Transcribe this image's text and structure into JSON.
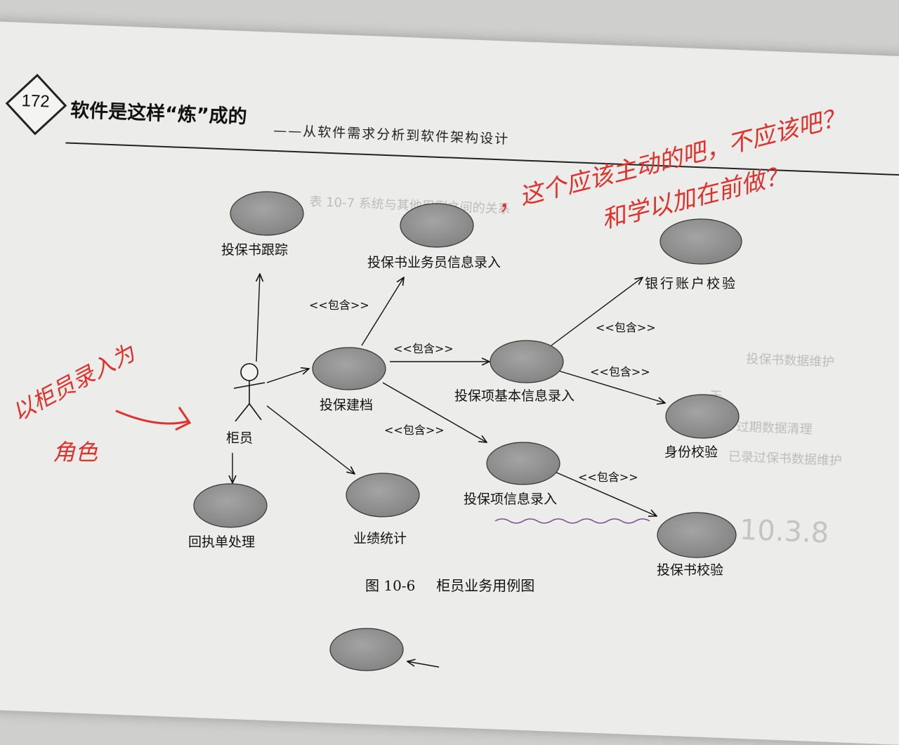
{
  "header": {
    "page_number": "172",
    "book_title": "软件是这样“炼”成的",
    "book_subtitle": "——从软件需求分析到软件架构设计"
  },
  "diagram": {
    "actor": {
      "label": "柜员"
    },
    "use_cases": {
      "track": "投保书跟踪",
      "agent_entry": "投保书业务员信息录入",
      "bank_check": "银行账户校验",
      "archive": "投保建档",
      "item_basic": "投保项基本信息录入",
      "id_check": "身份校验",
      "item_info": "投保项信息录入",
      "doc_check": "投保书校验",
      "receipt": "回执单处理",
      "stats": "业绩统计"
    },
    "include_label": "<<包含>>"
  },
  "caption": {
    "figure_no": "图 10-6",
    "title": "柜员业务用例图"
  },
  "background_text": {
    "section": "10.3.8",
    "t1": "表 10-7 系统与其他用例之间的关系",
    "t2": "投保书数据维护",
    "t3": "已录过保书数据维护",
    "t4": "过期数据清理",
    "t5": "无"
  },
  "annotations": {
    "note_top_1": "，这个应该主动的吧，不应该吧？",
    "note_top_2": "和学以加在前做？",
    "note_left_1": "以柜员录入为",
    "note_left_2": "角色"
  },
  "colors": {
    "ink": "#111111",
    "usecase_fill": "#8f8f8f",
    "handwriting": "#e0322c",
    "paper": "#ececea"
  }
}
